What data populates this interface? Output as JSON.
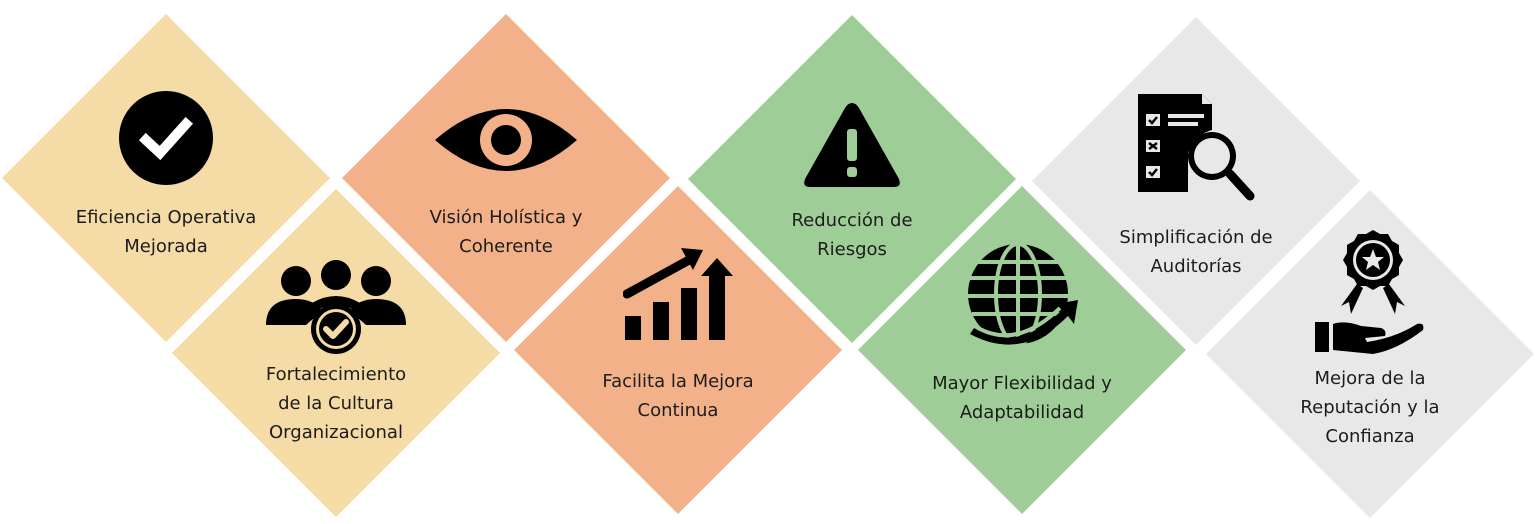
{
  "colors": {
    "yellow": "#f5dba6",
    "orange": "#f3b189",
    "green": "#9fcd97",
    "gray": "#e8e8e8",
    "icon": "#000000",
    "text": "#1c1c1c"
  },
  "items": [
    {
      "label": "Eficiencia Operativa\nMejorada",
      "icon": "check-circle-icon",
      "color": "yellow",
      "row": "top"
    },
    {
      "label": "Fortalecimiento\nde la Cultura\nOrganizacional",
      "icon": "team-check-icon",
      "color": "yellow",
      "row": "bottom"
    },
    {
      "label": "Visión Holística y\nCoherente",
      "icon": "eye-icon",
      "color": "orange",
      "row": "top"
    },
    {
      "label": "Facilita la Mejora\nContinua",
      "icon": "growth-chart-icon",
      "color": "orange",
      "row": "bottom"
    },
    {
      "label": "Reducción de\nRiesgos",
      "icon": "warning-icon",
      "color": "green",
      "row": "top"
    },
    {
      "label": "Mayor Flexibilidad y\nAdaptabilidad",
      "icon": "globe-arrow-icon",
      "color": "green",
      "row": "bottom"
    },
    {
      "label": "Simplificación de\nAuditorías",
      "icon": "audit-checklist-icon",
      "color": "gray",
      "row": "top"
    },
    {
      "label": "Mejora de la\nReputación y la\nConfianza",
      "icon": "award-hand-icon",
      "color": "gray",
      "row": "bottom"
    }
  ]
}
